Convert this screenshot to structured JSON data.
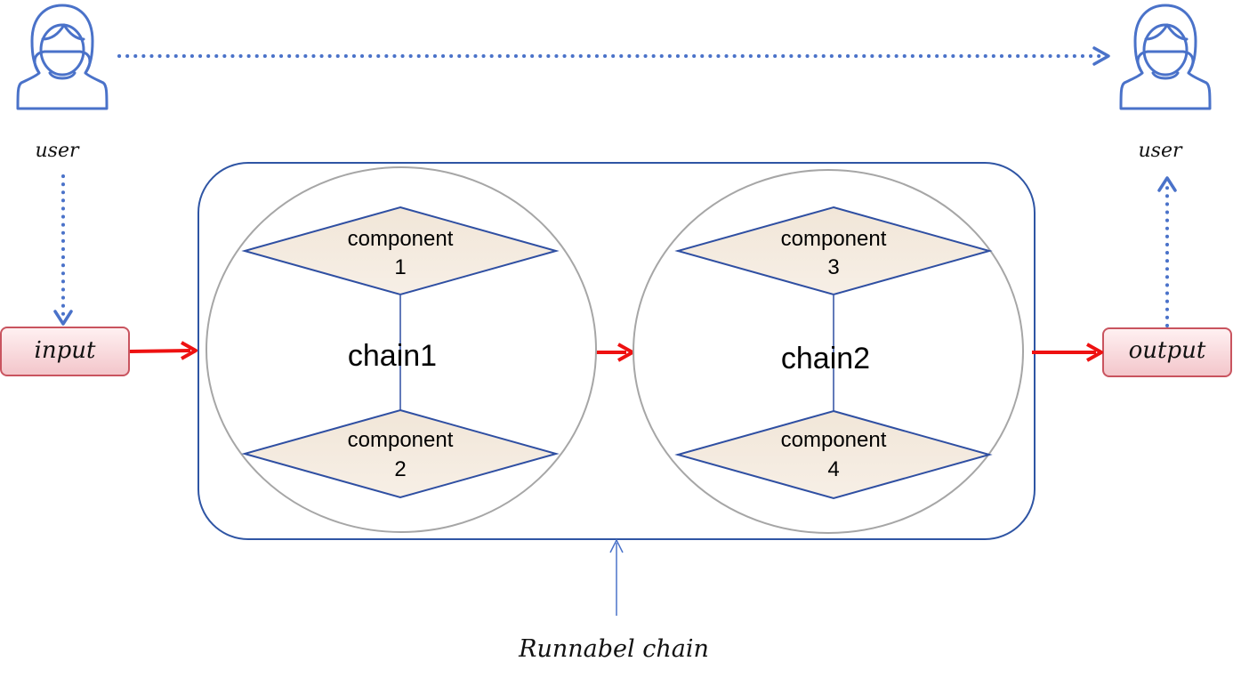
{
  "users": {
    "left_label": "user",
    "right_label": "user"
  },
  "io": {
    "input_label": "input",
    "output_label": "output"
  },
  "chains": [
    {
      "label": "chain1",
      "components": [
        {
          "line1": "component",
          "line2": "1"
        },
        {
          "line1": "component",
          "line2": "2"
        }
      ]
    },
    {
      "label": "chain2",
      "components": [
        {
          "line1": "component",
          "line2": "3"
        },
        {
          "line1": "component",
          "line2": "4"
        }
      ]
    }
  ],
  "runnable": {
    "label": "Runnabel chain"
  },
  "colors": {
    "icon_blue": "#4a72c9",
    "container_border": "#2f55a4",
    "diamond_fill": "#f4ebe0",
    "diamond_border": "#2f4fa2",
    "circle_border": "#a6a6a6",
    "arrow_red": "#ee1111",
    "io_fill_top": "#fff1f2",
    "io_fill_bottom": "#f3c5ca",
    "io_border": "#c9545f"
  }
}
